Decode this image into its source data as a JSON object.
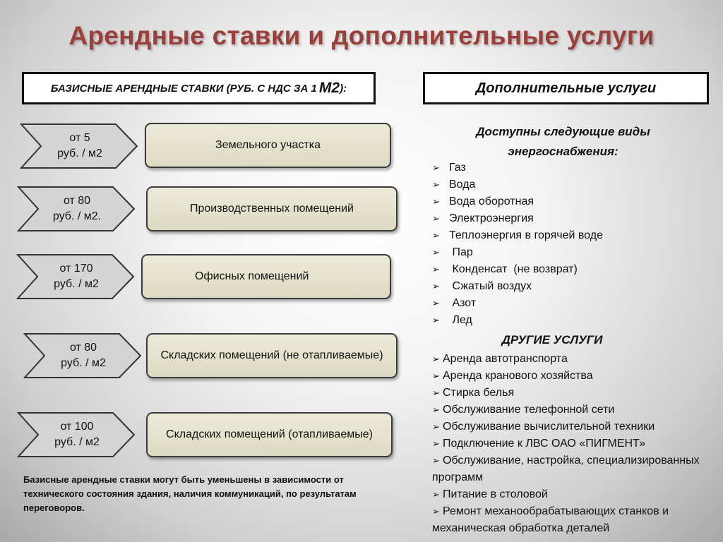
{
  "title": "Арендные ставки  и дополнительные услуги",
  "left_header": {
    "text": "БАЗИСНЫЕ  АРЕНДНЫЕ СТАВКИ (РУБ. С НДС ЗА 1",
    "unit": "М2",
    "suffix": "):"
  },
  "right_header": "Дополнительные  услуги",
  "rates": [
    {
      "price": "от 5",
      "unit": "руб. / м2",
      "label": "Земельного участка"
    },
    {
      "price": "от 80",
      "unit": "руб. / м2.",
      "label": "Производственных помещений"
    },
    {
      "price": "от 170",
      "unit": "руб. / м2",
      "label": "Офисных помещений"
    },
    {
      "price": "от 80",
      "unit": "руб. / м2",
      "label": "Складских помещений (не отапливаемые)"
    },
    {
      "price": "от 100",
      "unit": "руб. / м2",
      "label": "Складских помещений (отапливаемые)"
    }
  ],
  "note": "Базисные арендные ставки могут быть уменьшены в зависимости от технического состояния здания, наличия коммуникаций, по результатам переговоров.",
  "energy": {
    "heading": "Доступны следующие виды энергоснабжения:",
    "items": [
      "Газ",
      "Вода",
      "Вода оборотная",
      "Электроэнергия",
      "Теплоэнергия в горячей воде",
      " Пар",
      " Конденсат  (не возврат)",
      " Сжатый воздух",
      " Азот",
      " Лед"
    ]
  },
  "other": {
    "heading": "ДРУГИЕ  УСЛУГИ",
    "items": [
      "Аренда автотранспорта",
      "Аренда кранового хозяйства",
      "Стирка белья",
      "Обслуживание телефонной сети",
      "Обслуживание вычислительной техники",
      "Подключение к ЛВС ОАО «ПИГМЕНТ»",
      "Обслуживание, настройка, специализированных программ",
      "Питание в столовой",
      "Ремонт механообрабатывающих  станков и механическая обработка деталей"
    ]
  },
  "icons": {
    "bullet": "arrow-bullet-icon",
    "rate_marker": "chevron-arrow-icon"
  },
  "colors": {
    "title": "#9b3f3a",
    "box_fill": "#e6e4cf",
    "chevron_fill": "#d4d4d4"
  }
}
